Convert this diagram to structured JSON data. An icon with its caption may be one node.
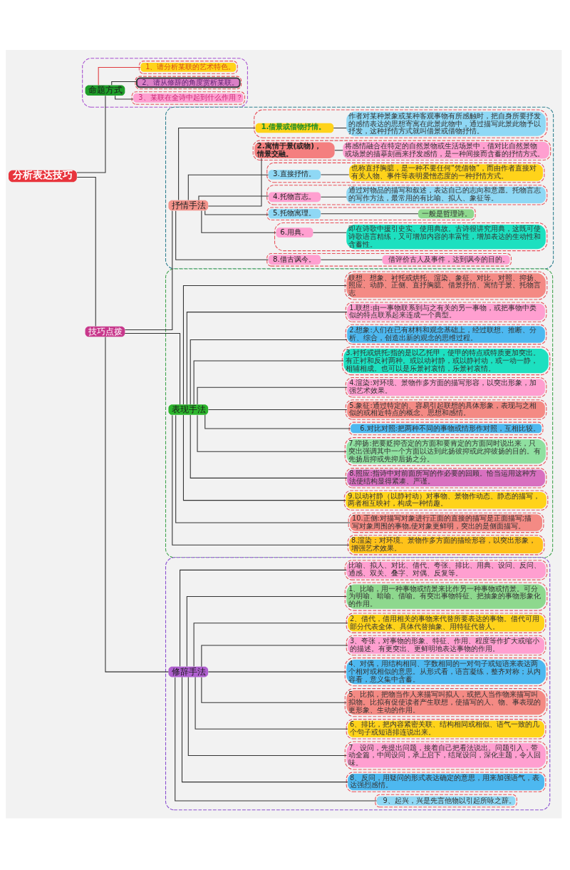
{
  "diagram": {
    "nodes": [
      {
        "text": [
          "分析表达技巧"
        ]
      },
      {
        "text": [],
        "shape": "box"
      },
      {
        "text": [
          "命题方式"
        ],
        "in": 1
      },
      {
        "text": [],
        "shape": "box",
        "in": 1
      },
      {
        "text": [
          "1、请分析某联的艺术特色。"
        ],
        "in": 3
      },
      {
        "text": [],
        "shape": "box",
        "in": 1
      },
      {
        "text": [
          "2、请从修辞的角度赏析某联。"
        ],
        "in": 5
      },
      {
        "text": [],
        "shape": "box",
        "in": 1
      },
      {
        "text": [
          "3、某联在全诗中起到什么作用？"
        ],
        "in": 7
      },
      {
        "text": [
          "技巧点拨"
        ]
      },
      {
        "text": [],
        "shape": "box"
      },
      {
        "text": [
          "抒情手法"
        ],
        "in": 10
      },
      {
        "text": [],
        "shape": "box",
        "in": 10
      },
      {
        "text": [
          "1.借景或借物抒情。"
        ],
        "in": 12
      },
      {
        "text": [
          "作者对某种景象或某种客观事物有所感触时，把自身所要抒发的感情表达的思想寄寓在此景此物中，通过描写此景此物予以抒发，这种抒情方式就叫借景或借物抒情。"
        ],
        "in": 12
      },
      {
        "text": [],
        "shape": "box",
        "in": 10
      },
      {
        "text": [
          "2.寓情于景(或物)，情景交融。"
        ],
        "in": 15
      },
      {
        "text": [
          "将感情融合在特定的自然景物或生活场景中，借对比自然景物或场景的描摹刻画来抒发感情，是一种间接而含蓄的抒情方式。"
        ],
        "in": 15
      },
      {
        "text": [],
        "shape": "box",
        "in": 10
      },
      {
        "text": [
          "3.直接抒情。"
        ],
        "in": 18
      },
      {
        "text": [
          "也称直抒胸臆，是一种不要任何“凭借物”，而由作者直接对有关人物、事件等表明爱憎态度的一种抒情方式。"
        ],
        "in": 18
      },
      {
        "text": [],
        "shape": "box",
        "in": 10
      },
      {
        "text": [
          "4.托物言志。"
        ],
        "in": 21
      },
      {
        "text": [
          "通过对物品的描写和叙述，表达自己的志向和意愿。托物言志的写作方法，最常用的有比喻、拟人、象征等。"
        ],
        "in": 21
      },
      {
        "text": [],
        "shape": "box",
        "in": 10
      },
      {
        "text": [
          "5.托物寓理。"
        ],
        "in": 24
      },
      {
        "text": [
          "一般是哲理诗。"
        ],
        "in": 24
      },
      {
        "text": [],
        "shape": "box",
        "in": 10
      },
      {
        "text": [
          "6.用典。"
        ],
        "in": 27
      },
      {
        "text": [
          "即在诗歌中援引史实、使用典故。古诗很讲究用典，这既可使诗歌语言精练，又可增加内容的丰富性，增加表达的生动性和含蓄性。"
        ],
        "in": 27
      },
      {
        "text": [],
        "shape": "box",
        "in": 10
      },
      {
        "text": [
          "8.借古讽今。"
        ],
        "in": 30
      },
      {
        "text": [
          "借评价古人及事件，达到讽今的目的。"
        ],
        "in": 30
      },
      {
        "text": [],
        "shape": "box"
      },
      {
        "text": [
          "表现手法"
        ],
        "in": 33
      },
      {
        "text": [],
        "shape": "box",
        "in": 33
      },
      {
        "text": [
          "联想、想象、衬托或烘托、渲染、象征、对比、对照、抑扬、照应、动静、正侧、直抒胸臆、借景抒情、寓情于景、托物言志"
        ],
        "in": 35
      },
      {
        "text": [],
        "shape": "box",
        "in": 33
      },
      {
        "text": [
          "1.联想:由一事物联系到与之有关的另一事物，或把事物中类似的特点联系起来连成一个典型。"
        ],
        "in": 37
      },
      {
        "text": [],
        "shape": "box",
        "in": 33
      },
      {
        "text": [
          "2.想象:人们在已有材料和观念基础上，经过联想、推断、分析、综合，创造出新的观念的思维过程。"
        ],
        "in": 39
      },
      {
        "text": [],
        "shape": "box",
        "in": 33
      },
      {
        "text": [
          "3.衬托或烘托:指的是以乙托甲，使甲的特点或特质更加突出。有正衬和反衬两种。或以动衬静，或以静衬动，或一动一静，相辅相成。也可以是乐景衬哀情，乐景衬哀情。"
        ],
        "in": 41
      },
      {
        "text": [],
        "shape": "box",
        "in": 33
      },
      {
        "text": [
          "4.渲染:对环境、景物作多方面的描写形容，以突出形象，加强艺术效果。"
        ],
        "in": 43
      },
      {
        "text": [],
        "shape": "box",
        "in": 33
      },
      {
        "text": [
          "5.象征:通过特定的、容易引起联想的具体形象，表现与之相似的或相近特点的概念、思想和感情。"
        ],
        "in": 45
      },
      {
        "text": [],
        "shape": "box",
        "in": 33
      },
      {
        "text": [
          "6.对比对照:把两种不同的事物或情形作对照，互相比较。"
        ],
        "in": 47
      },
      {
        "text": [],
        "shape": "box",
        "in": 33
      },
      {
        "text": [
          "7.抑扬:把要贬抑否定的方面和要肯定的方面同时说出来，只突出强调其中一个方面以达到此扬彼抑或此抑彼扬的目的。有先扬后抑或先抑后扬之分。"
        ],
        "in": 49
      },
      {
        "text": [],
        "shape": "box",
        "in": 33
      },
      {
        "text": [
          "8.照应:指诗中对前面所写的作必要的回顾。恰当运用这种方法使结构显得紧凑、严谨。"
        ],
        "in": 51
      },
      {
        "text": [],
        "shape": "box",
        "in": 33
      },
      {
        "text": [
          "9.以动衬静（以静衬动）对事物、景物作动态、静态的描写，两者相互映衬，构成一种情趣。"
        ],
        "in": 53
      },
      {
        "text": [],
        "shape": "box",
        "in": 33
      },
      {
        "text": [
          "10.正侧:对描写对象进行正面的直接的描写是正面描写;描写对象周围的事物,使对象更鲜明，突出的是侧面描写。"
        ],
        "in": 55
      },
      {
        "text": [],
        "shape": "box",
        "in": 33
      },
      {
        "text": [
          "8.渲染：对环境、景物作多方面的描绘形容，以突出形象，增强艺术效果。"
        ],
        "in": 57
      },
      {
        "text": [],
        "shape": "box"
      },
      {
        "text": [
          "修辞手法"
        ],
        "in": 59
      },
      {
        "text": [],
        "shape": "box",
        "in": 59
      },
      {
        "text": [
          "比喻、拟人、对比、借代、夸张、排比、用典、设问、反问、通感、双关、叠字、对偶、反复等。"
        ],
        "in": 61
      },
      {
        "text": [],
        "shape": "box",
        "in": 59
      },
      {
        "text": [
          "1、比喻，用一种事物或情景来比作另一种事物或情景。可分为明喻、暗喻、借喻。有突出事物特征、把抽象的事物形象化的作用。"
        ],
        "in": 63
      },
      {
        "text": [],
        "shape": "box",
        "in": 59
      },
      {
        "text": [
          "2、借代，借用相关的事物来代替所要表达的事物。借代可用部分代表全体、具体代替抽象、用特征代替人。"
        ],
        "in": 65
      },
      {
        "text": [],
        "shape": "box",
        "in": 59
      },
      {
        "text": [
          "3、夸张，对事物的形象、特征、作用、程度等作扩大或缩小的描述。有更突出、更鲜明地表达事物的作用。"
        ],
        "in": 67
      },
      {
        "text": [],
        "shape": "box",
        "in": 59
      },
      {
        "text": [
          "4、对偶，用结构相同、字数相同的一对句子或短语来表达两个相对或相似的意思。从形式看，语言凝练，整齐对称；从内容看，意义集中含蓄。"
        ],
        "in": 69
      },
      {
        "text": [],
        "shape": "box",
        "in": 59
      },
      {
        "text": [
          "5、比拟，把物当作人来描写叫拟人，或把人当作物来描写叫拟物。比拟有促使读者产生联想，使描写的人、物、事表现的更形象、生动的作用。"
        ],
        "in": 71
      },
      {
        "text": [],
        "shape": "box",
        "in": 59
      },
      {
        "text": [
          "6、排比，把内容紧密关联、结构相同或相似、语气一致的几个句子或短语排连说出来。"
        ],
        "in": 73
      },
      {
        "text": [],
        "shape": "box",
        "in": 59
      },
      {
        "text": [
          "7、设问，先提出问题，接着自己把看法说出。问题引入，带动全篇，中间设问，承上启下，结尾设问，深化主题，令人回味。"
        ],
        "in": 75
      },
      {
        "text": [],
        "shape": "box",
        "in": 59
      },
      {
        "text": [
          "8、反问，用疑问的形式表达确定的意思，用来加强语气，表达强烈感情。"
        ],
        "in": 77
      },
      {
        "text": [],
        "shape": "box",
        "in": 59
      },
      {
        "text": [
          "9、起兴，兴是先言他物以引起所咏之辞。"
        ],
        "in": 79
      }
    ],
    "edges": [
      {
        "from": 0,
        "to": 2,
        "arrow": "none"
      },
      {
        "from": 2,
        "to": 4,
        "arrow": "none",
        "color": "#e0393e"
      },
      {
        "from": 2,
        "to": 6,
        "arrow": "none"
      },
      {
        "from": 2,
        "to": 8,
        "arrow": "none"
      },
      {
        "from": 0,
        "to": 9,
        "arrow": "none"
      },
      {
        "from": 9,
        "to": 11,
        "arrow": "none"
      },
      {
        "from": 11,
        "to": 13,
        "arrow": "none"
      },
      {
        "from": 13,
        "to": 14,
        "arrow": "none"
      },
      {
        "from": 11,
        "to": 16,
        "arrow": "none"
      },
      {
        "from": 16,
        "to": 17,
        "arrow": "none"
      },
      {
        "from": 11,
        "to": 19,
        "arrow": "none"
      },
      {
        "from": 19,
        "to": 20,
        "arrow": "none"
      },
      {
        "from": 11,
        "to": 22,
        "arrow": "none"
      },
      {
        "from": 22,
        "to": 23,
        "arrow": "none"
      },
      {
        "from": 11,
        "to": 25,
        "arrow": "none"
      },
      {
        "from": 25,
        "to": 26,
        "arrow": "none"
      },
      {
        "from": 11,
        "to": 28,
        "arrow": "none"
      },
      {
        "from": 28,
        "to": 29,
        "arrow": "none"
      },
      {
        "from": 11,
        "to": 31,
        "arrow": "none"
      },
      {
        "from": 31,
        "to": 32,
        "arrow": "none"
      },
      {
        "from": 9,
        "to": 34,
        "arrow": "none"
      },
      {
        "from": 34,
        "to": 36,
        "arrow": "none"
      },
      {
        "from": 34,
        "to": 38,
        "arrow": "none"
      },
      {
        "from": 34,
        "to": 40,
        "arrow": "none"
      },
      {
        "from": 34,
        "to": 42,
        "arrow": "none"
      },
      {
        "from": 34,
        "to": 44,
        "arrow": "none"
      },
      {
        "from": 34,
        "to": 46,
        "arrow": "none"
      },
      {
        "from": 34,
        "to": 48,
        "arrow": "none"
      },
      {
        "from": 34,
        "to": 50,
        "arrow": "none"
      },
      {
        "from": 34,
        "to": 52,
        "arrow": "none"
      },
      {
        "from": 34,
        "to": 54,
        "arrow": "none"
      },
      {
        "from": 34,
        "to": 56,
        "arrow": "none"
      },
      {
        "from": 34,
        "to": 58,
        "arrow": "none"
      },
      {
        "from": 9,
        "to": 60,
        "arrow": "none"
      },
      {
        "from": 60,
        "to": 62,
        "arrow": "none"
      },
      {
        "from": 60,
        "to": 64,
        "arrow": "none"
      },
      {
        "from": 60,
        "to": 66,
        "arrow": "none"
      },
      {
        "from": 60,
        "to": 68,
        "arrow": "none"
      },
      {
        "from": 60,
        "to": 70,
        "arrow": "none"
      },
      {
        "from": 60,
        "to": 72,
        "arrow": "none"
      },
      {
        "from": 60,
        "to": 74,
        "arrow": "none"
      },
      {
        "from": 60,
        "to": 76,
        "arrow": "none"
      },
      {
        "from": 60,
        "to": 78,
        "arrow": "none"
      },
      {
        "from": 60,
        "to": 80,
        "arrow": "none"
      }
    ]
  }
}
